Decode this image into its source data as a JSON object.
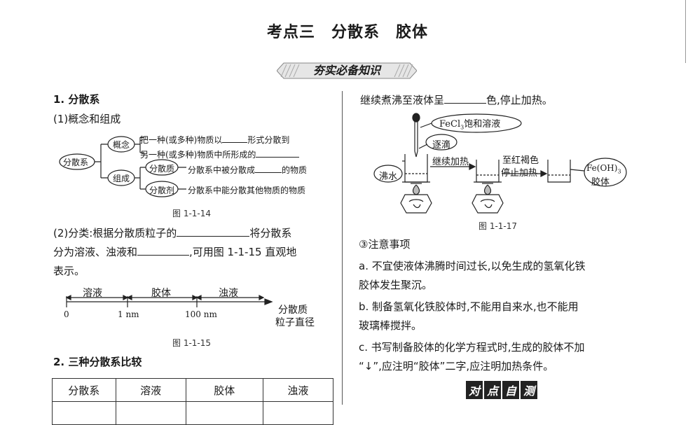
{
  "title": "考点三　分散系　胶体",
  "banner": "夯实必备知识",
  "s1": {
    "heading": "1. 分散系",
    "sub1": "(1)概念和组成",
    "diagram": {
      "root": "分散系",
      "concept": "概念",
      "composition": "组成",
      "concept_line1_a": "把一种(或多种)物质以",
      "concept_line1_b": "形式分散到",
      "concept_line2": "另一种(或多种)物质中所形成的",
      "dispersoid": "分散质",
      "dispersoid_desc_a": "分散系中被分散成",
      "dispersoid_desc_b": "的物质",
      "dispersant": "分散剂",
      "dispersant_desc": "分散系中能分散其他物质的物质"
    },
    "fig1": "图 1-1-14",
    "sub2_a": "(2)分类:根据分散质粒子的",
    "sub2_b": "将分散系",
    "sub2_line2_a": "分为溶液、浊液和",
    "sub2_line2_b": ",可用图 1-1-15 直观地",
    "sub2_line3": "表示。",
    "axis": {
      "solution": "溶液",
      "colloid": "胶体",
      "suspension": "浊液",
      "tick0": "0",
      "tick1": "1 nm",
      "tick2": "100 nm",
      "label1": "分散质",
      "label2": "粒子直径"
    },
    "fig2": "图 1-1-15"
  },
  "s2": {
    "heading": "2. 三种分散系比较",
    "headers": [
      "分散系",
      "溶液",
      "胶体",
      "浊液"
    ]
  },
  "right": {
    "line1_a": "继续煮沸至液体呈",
    "line1_b": "色,停止加热。",
    "apparatus": {
      "fecl3_a": "FeCl",
      "fecl3_sub": "3",
      "fecl3_b": "饱和溶液",
      "dropwise": "逐滴",
      "boiling_water": "沸水",
      "continue_heat": "继续加热",
      "to_red_brown": "至红褐色",
      "stop_heat": "停止加热",
      "product_a": "Fe(OH)",
      "product_sub": "3",
      "product_b": "胶体"
    },
    "fig3": "图 1-1-17",
    "notes_heading": "③注意事项",
    "note_a1": "a. 不宜使液体沸腾时间过长,以免生成的氢氧化铁",
    "note_a2": "胶体发生聚沉。",
    "note_b1": "b. 制备氢氧化铁胶体时,不能用自来水,也不能用",
    "note_b2": "玻璃棒搅拌。",
    "note_c1": "c. 书写制备胶体的化学方程式时,生成的胶体不加",
    "note_c2": "“↓”,应注明“胶体”二字,应注明加热条件。",
    "self_test": [
      "对",
      "点",
      "自",
      "测"
    ]
  }
}
